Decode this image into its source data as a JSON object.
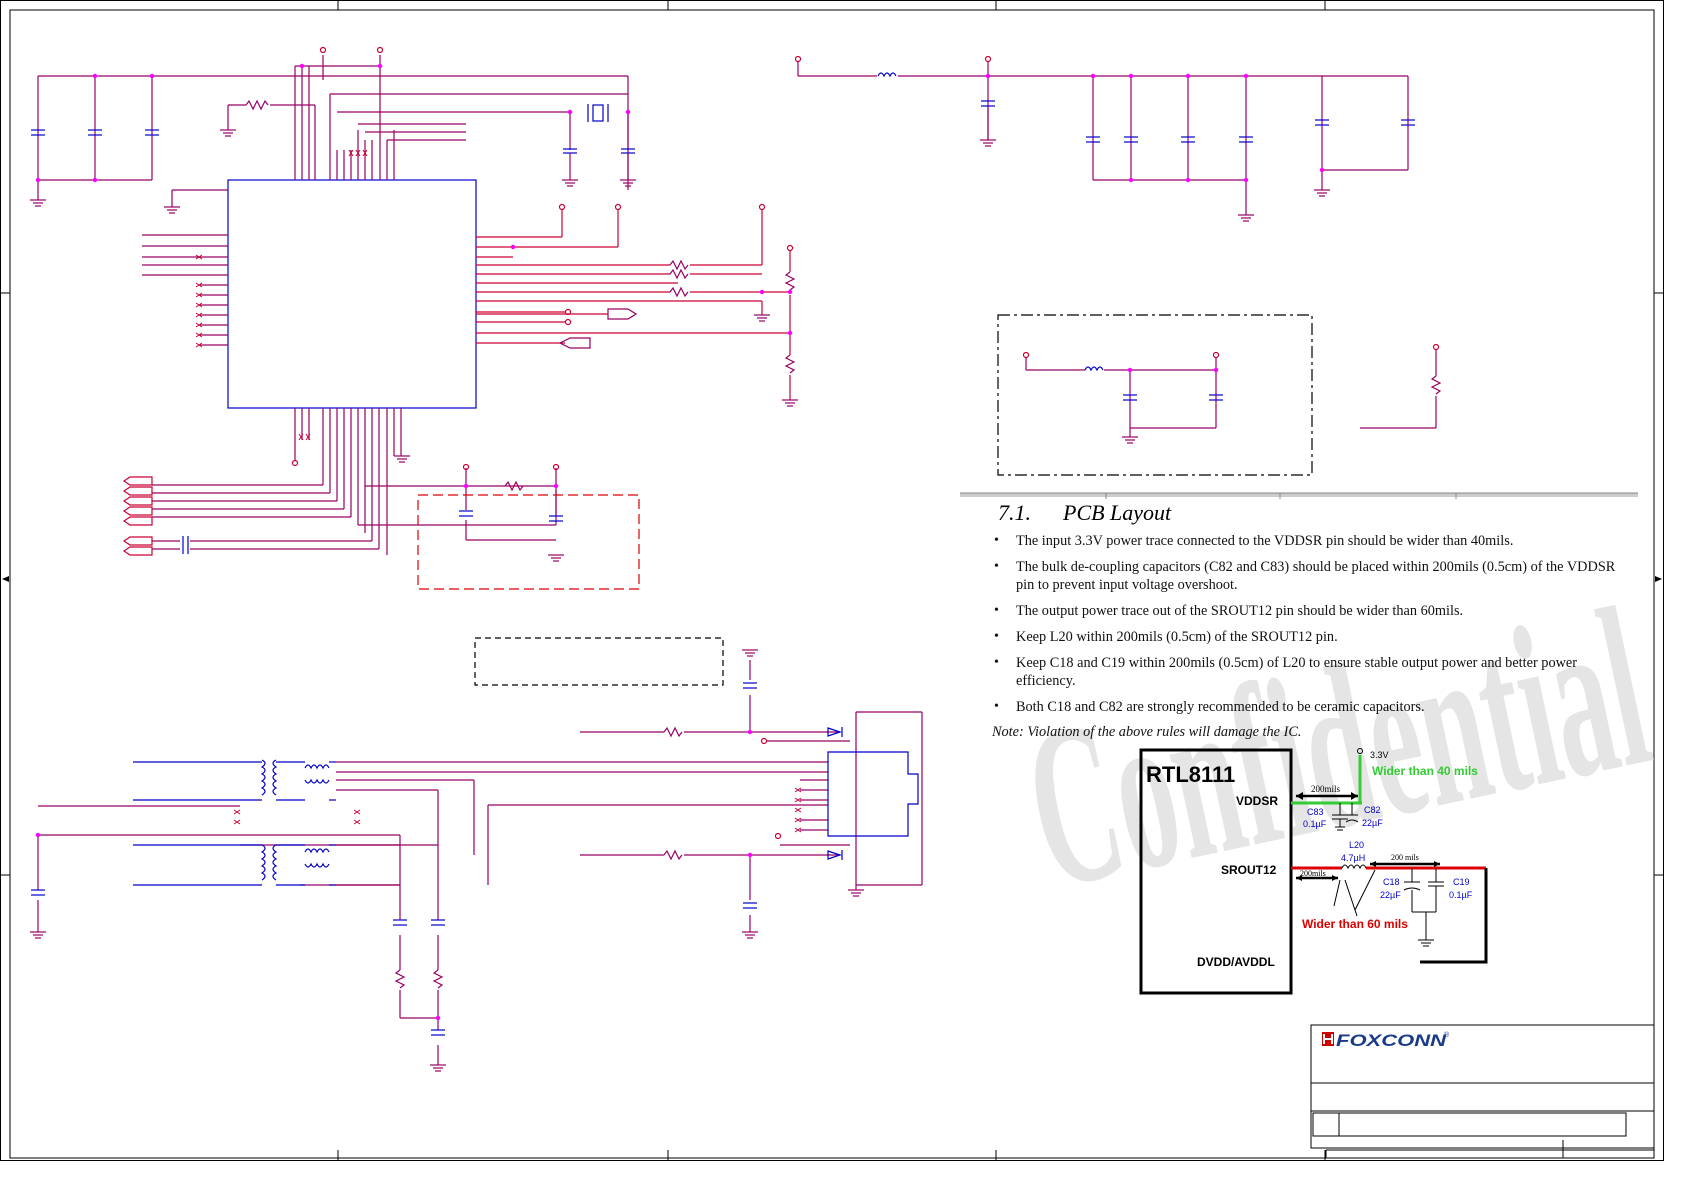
{
  "pcb_layout": {
    "number": "7.1.",
    "title": "PCB Layout",
    "bullets": [
      "The input 3.3V power trace connected to the VDDSR pin should be wider than 40mils.",
      "The bulk de-coupling capacitors (C82 and C83) should be placed within 200mils (0.5cm) of the VDDSR pin to prevent input voltage overshoot.",
      "The output power trace out of the SROUT12 pin should be wider than 60mils.",
      "Keep L20 within 200mils (0.5cm) of the SROUT12 pin.",
      "Keep C18 and C19 within 200mils (0.5cm) of L20 to ensure stable output power and better power efficiency.",
      "Both C18 and C82 are strongly recommended to be ceramic capacitors."
    ],
    "note": "Note: Violation of the above rules will damage the IC."
  },
  "layout_figure": {
    "chip": "RTL8111",
    "pins": [
      "VDDSR",
      "SROUT12",
      "DVDD/AVDDL"
    ],
    "supply": "3.3V",
    "wider40": "Wider than 40 mils",
    "wider60": "Wider than 60 mils",
    "dim_200a": "200mils",
    "dim_200b": "200 mils",
    "dim_200c": "200mils",
    "c83": "C83",
    "c83_val": "0.1µF",
    "c82": "C82",
    "c82_val": "22µF",
    "l20": "L20",
    "l20_val": "4.7µH",
    "c18": "C18",
    "c18_val": "22µF",
    "c19": "C19",
    "c19_val": "0.1µF"
  },
  "watermark": "Confidential",
  "title_block": {
    "logo": "FOXCONN"
  },
  "colors": {
    "wire": "#cc0033",
    "net": "#990066",
    "component": "#0000cc",
    "junction": "#ff00ff",
    "green": "#33cc33",
    "red": "#dd0000"
  }
}
